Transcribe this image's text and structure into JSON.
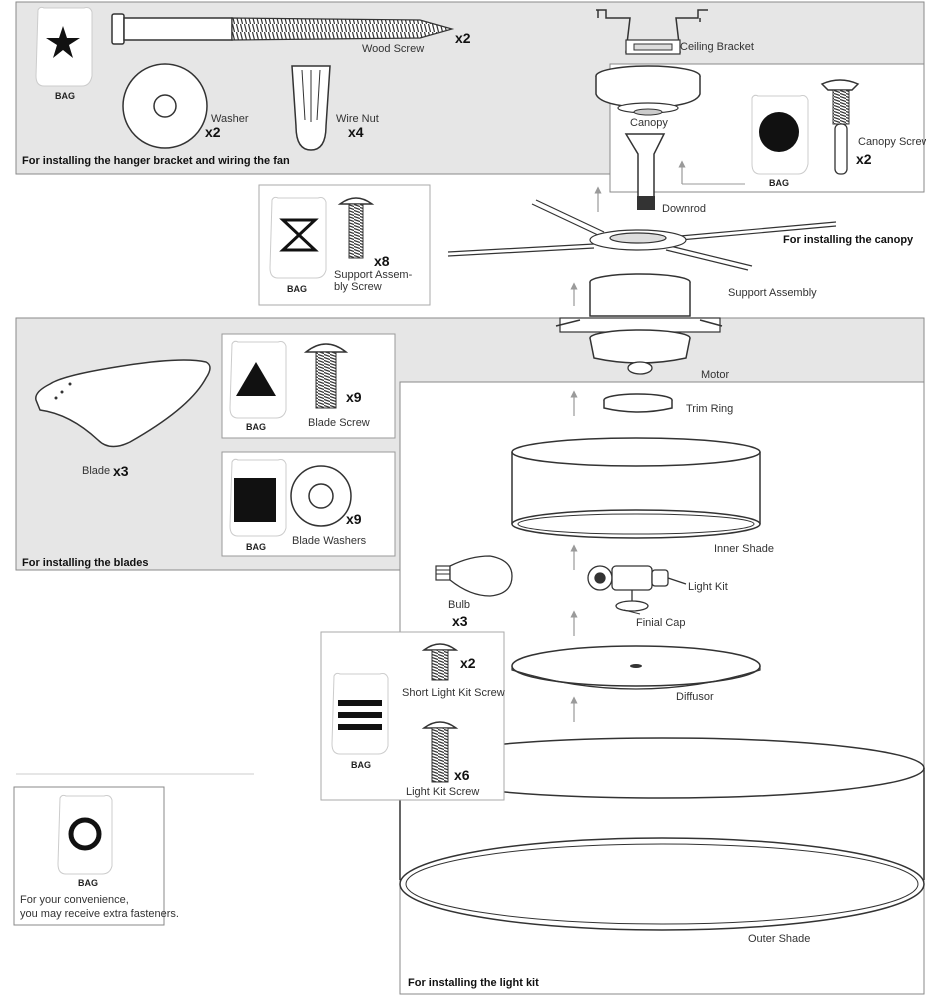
{
  "panels": {
    "hanger": {
      "caption": "For installing the hanger bracket and wiring the fan"
    },
    "canopy": {
      "caption": "For installing the canopy"
    },
    "blades": {
      "caption": "For installing the blades"
    },
    "light_kit": {
      "caption": "For installing the light kit"
    }
  },
  "bag_label": "BAG",
  "parts": {
    "wood_screw": {
      "label": "Wood Screw",
      "qty": "x2"
    },
    "washer": {
      "label": "Washer",
      "qty": "x2"
    },
    "wire_nut": {
      "label": "Wire Nut",
      "qty": "x4"
    },
    "ceiling_bracket": {
      "label": "Ceiling Bracket"
    },
    "canopy": {
      "label": "Canopy"
    },
    "canopy_screw": {
      "label": "Canopy Screw",
      "qty": "x2"
    },
    "downrod": {
      "label": "Downrod"
    },
    "support_screw": {
      "label_line1": "Support Assem-",
      "label_line2": "bly Screw",
      "qty": "x8"
    },
    "support_assembly": {
      "label": "Support Assembly"
    },
    "motor": {
      "label": "Motor"
    },
    "blade": {
      "label": "Blade",
      "qty": "x3"
    },
    "blade_screw": {
      "label": "Blade Screw",
      "qty": "x9"
    },
    "blade_washers": {
      "label": "Blade Washers",
      "qty": "x9"
    },
    "trim_ring": {
      "label": "Trim Ring"
    },
    "inner_shade": {
      "label": "Inner Shade"
    },
    "light_kit": {
      "label": "Light Kit"
    },
    "finial_cap": {
      "label": "Finial Cap"
    },
    "bulb": {
      "label": "Bulb",
      "qty": "x3"
    },
    "diffusor": {
      "label": "Diffusor"
    },
    "short_light_kit_screw": {
      "label": "Short Light Kit Screw",
      "qty": "x2"
    },
    "light_kit_screw": {
      "label": "Light Kit Screw",
      "qty": "x6"
    },
    "outer_shade": {
      "label": "Outer Shade"
    }
  },
  "extra_note": {
    "line1": "For your convenience,",
    "line2": "you may receive extra fasteners."
  },
  "colors": {
    "panel_fill": "#e6e6e6",
    "panel_stroke": "#8a8a8a",
    "ink": "#1a1a1a",
    "arrow": "#9a9a9a"
  }
}
